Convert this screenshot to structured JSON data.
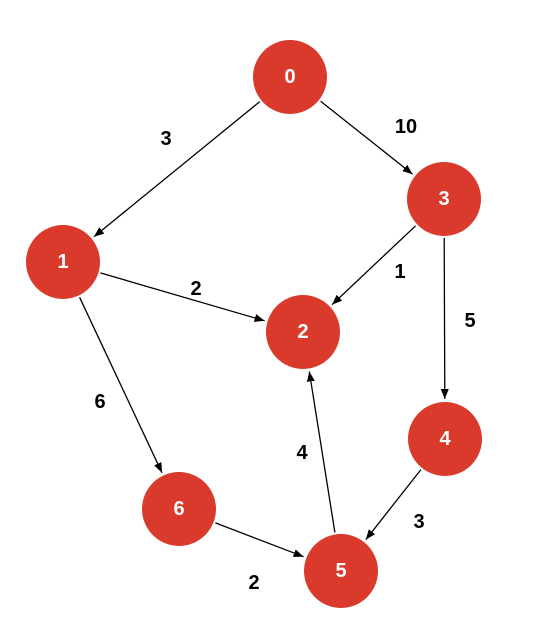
{
  "graph": {
    "node_color": "#d93a2b",
    "edge_color": "#000000",
    "nodes": [
      {
        "id": "0",
        "label": "0"
      },
      {
        "id": "1",
        "label": "1"
      },
      {
        "id": "2",
        "label": "2"
      },
      {
        "id": "3",
        "label": "3"
      },
      {
        "id": "4",
        "label": "4"
      },
      {
        "id": "5",
        "label": "5"
      },
      {
        "id": "6",
        "label": "6"
      }
    ],
    "edges": [
      {
        "from": "0",
        "to": "1",
        "weight": "3"
      },
      {
        "from": "0",
        "to": "3",
        "weight": "10"
      },
      {
        "from": "1",
        "to": "2",
        "weight": "2"
      },
      {
        "from": "1",
        "to": "6",
        "weight": "6"
      },
      {
        "from": "3",
        "to": "2",
        "weight": "1"
      },
      {
        "from": "3",
        "to": "4",
        "weight": "5"
      },
      {
        "from": "4",
        "to": "5",
        "weight": "3"
      },
      {
        "from": "5",
        "to": "2",
        "weight": "4"
      },
      {
        "from": "6",
        "to": "5",
        "weight": "2"
      }
    ]
  }
}
